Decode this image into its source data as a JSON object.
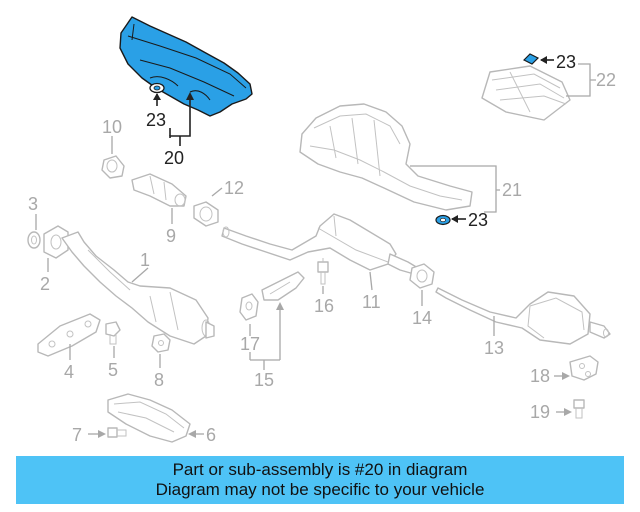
{
  "callouts": {
    "n1": "1",
    "n2": "2",
    "n3": "3",
    "n4": "4",
    "n5": "5",
    "n6": "6",
    "n7": "7",
    "n8": "8",
    "n9": "9",
    "n10": "10",
    "n11": "11",
    "n12": "12",
    "n13": "13",
    "n14": "14",
    "n15": "15",
    "n16": "16",
    "n17": "17",
    "n18": "18",
    "n19": "19",
    "n20": "20",
    "n21": "21",
    "n22": "22",
    "n23a": "23",
    "n23b": "23",
    "n23c": "23"
  },
  "colors": {
    "highlight": "#2aa0e6",
    "banner": "#4ec3f6",
    "part_gray": "#b8b8b8",
    "label_gray": "#a8a8a8",
    "label_dark": "#222222"
  },
  "banner": {
    "line1": "Part or sub-assembly is #20 in diagram",
    "line2": "Diagram may not be specific to your vehicle"
  }
}
